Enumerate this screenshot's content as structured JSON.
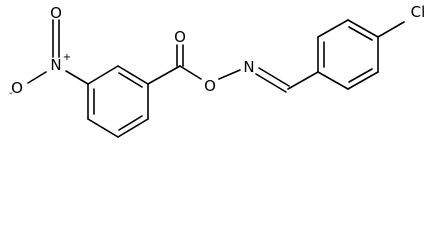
{
  "molecule": {
    "atoms": {
      "nitro_n": "N",
      "nitro_n_charge": "+",
      "nitro_o_minus": "O",
      "nitro_o_charge": "-",
      "nitro_o_double": "O",
      "carbonyl_o": "O",
      "ester_o": "O",
      "oxime_n": "N",
      "chlorine": "Cl"
    }
  }
}
